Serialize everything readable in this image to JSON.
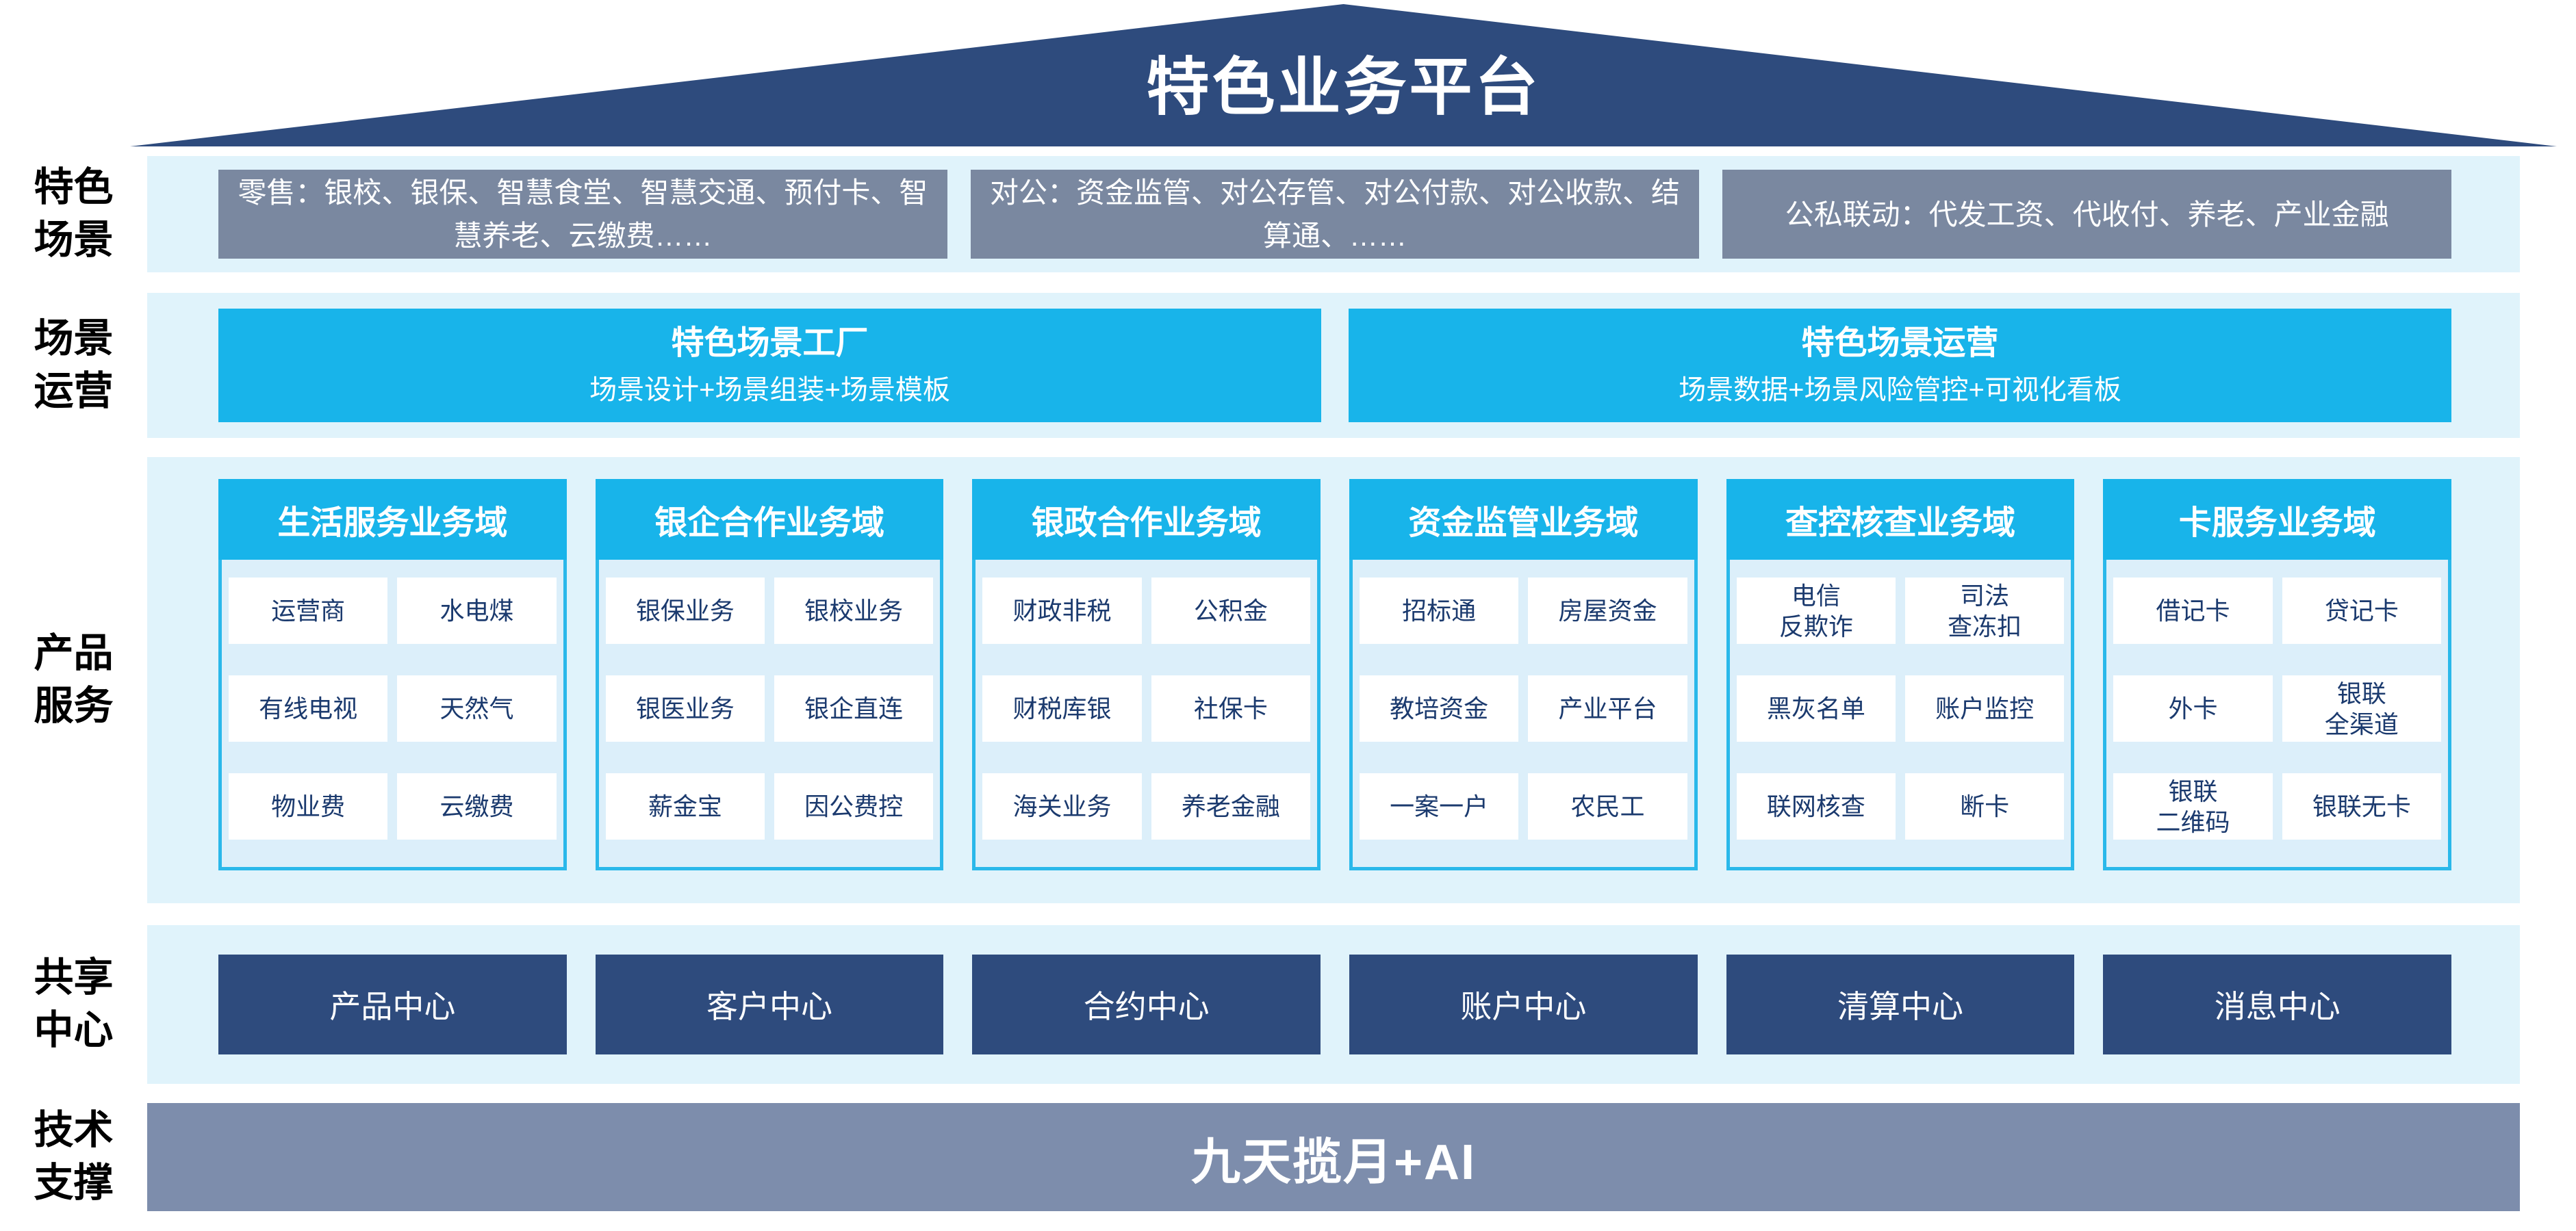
{
  "colors": {
    "roof": "#2E4B7D",
    "band": "#E0F3FB",
    "scene_box": "#7A88A0",
    "cyan": "#18B4EA",
    "domain_body": "#DCEFFA",
    "domain_border": "#2AB8EA",
    "cell_bg": "#FFFFFF",
    "cell_text": "#1B3A6E",
    "center_box": "#2E4B7D",
    "tech_bar": "#7D8DAC"
  },
  "title": "特色业务平台",
  "side_labels": [
    "特色\n场景",
    "场景\n运营",
    "产品\n服务",
    "共享\n中心",
    "技术\n支撑"
  ],
  "scene_row": {
    "boxes": [
      "零售：银校、银保、智慧食堂、智慧交通、预付卡、智慧养老、云缴费……",
      "对公：资金监管、对公存管、对公付款、对公收款、结算通、……",
      "公私联动：代发工资、代收付、养老、产业金融"
    ]
  },
  "operation_row": {
    "boxes": [
      {
        "title": "特色场景工厂",
        "subtitle": "场景设计+场景组装+场景模板"
      },
      {
        "title": "特色场景运营",
        "subtitle": "场景数据+场景风险管控+可视化看板"
      }
    ]
  },
  "product_row": {
    "domains": [
      {
        "title": "生活服务业务域",
        "items": [
          "运营商",
          "水电煤",
          "有线电视",
          "天然气",
          "物业费",
          "云缴费"
        ]
      },
      {
        "title": "银企合作业务域",
        "items": [
          "银保业务",
          "银校业务",
          "银医业务",
          "银企直连",
          "薪金宝",
          "因公费控"
        ]
      },
      {
        "title": "银政合作业务域",
        "items": [
          "财政非税",
          "公积金",
          "财税库银",
          "社保卡",
          "海关业务",
          "养老金融"
        ]
      },
      {
        "title": "资金监管业务域",
        "items": [
          "招标通",
          "房屋资金",
          "教培资金",
          "产业平台",
          "一案一户",
          "农民工"
        ]
      },
      {
        "title": "查控核查业务域",
        "items": [
          "电信\n反欺诈",
          "司法\n查冻扣",
          "黑灰名单",
          "账户监控",
          "联网核查",
          "断卡"
        ]
      },
      {
        "title": "卡服务业务域",
        "items": [
          "借记卡",
          "贷记卡",
          "外卡",
          "银联\n全渠道",
          "银联\n二维码",
          "银联无卡"
        ]
      }
    ]
  },
  "share_row": {
    "centers": [
      "产品中心",
      "客户中心",
      "合约中心",
      "账户中心",
      "清算中心",
      "消息中心"
    ]
  },
  "tech_row": {
    "label": "九天揽月+AI"
  }
}
